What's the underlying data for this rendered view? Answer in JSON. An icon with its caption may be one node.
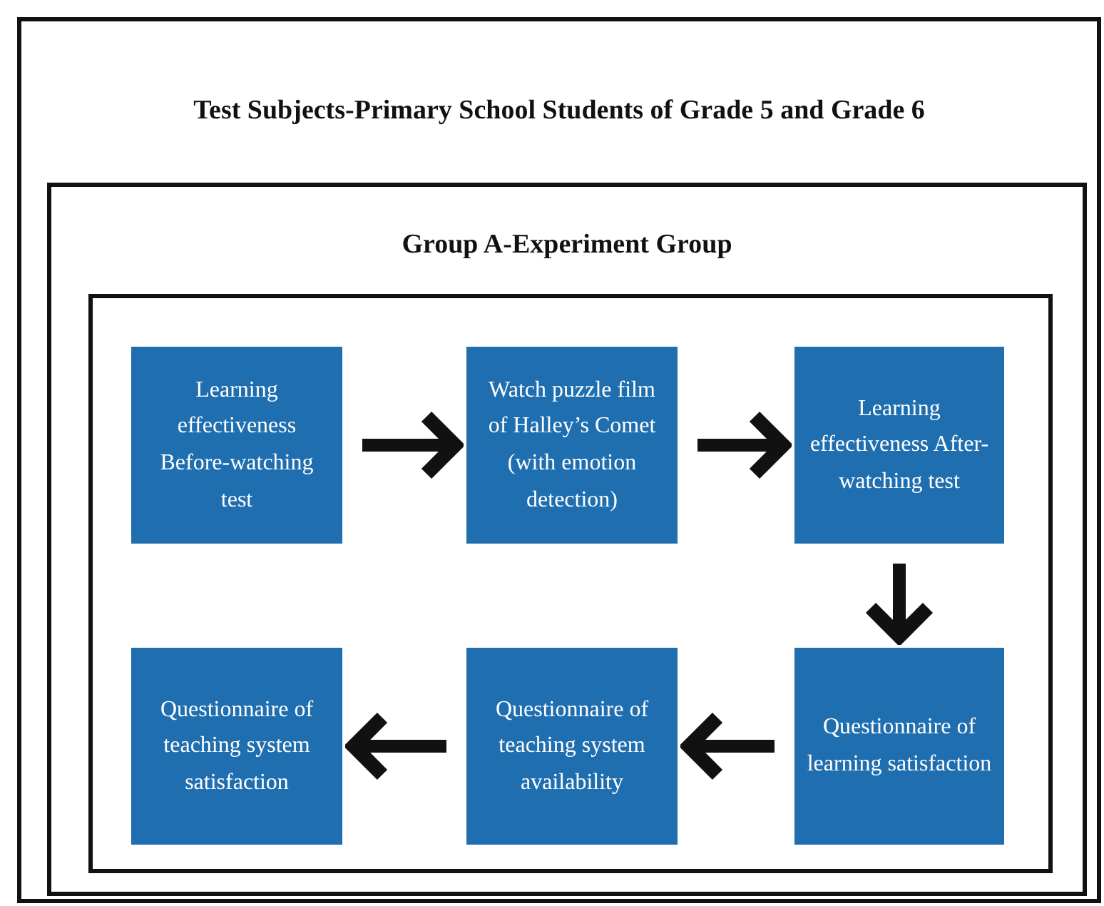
{
  "diagram": {
    "nodes": [
      {
        "text": [
          "Test Subjects-Primary School Students of Grade 5 and Grade 6"
        ]
      },
      {
        "text": [
          "Group A-Experiment Group"
        ],
        "in": 0
      },
      {
        "text": [],
        "shape": "box",
        "in": 1
      },
      {
        "text": [
          "Learning effectiveness Before-watching test"
        ],
        "in": 2
      },
      {
        "text": [
          "Watch puzzle film of Halley’s Comet (with emotion detection)"
        ],
        "in": 2
      },
      {
        "text": [
          "Learning effectiveness After-watching test"
        ],
        "in": 2
      },
      {
        "text": [
          "Questionnaire of teaching system satisfaction"
        ],
        "in": 2
      },
      {
        "text": [
          "Questionnaire of teaching system availability"
        ],
        "in": 2
      },
      {
        "text": [
          "Questionnaire of learning satisfaction"
        ],
        "in": 2
      }
    ],
    "edges": [
      {
        "from": 3,
        "to": 4,
        "arrow": "to"
      },
      {
        "from": 4,
        "to": 5,
        "arrow": "to"
      },
      {
        "from": 5,
        "to": 8,
        "arrow": "to"
      },
      {
        "from": 8,
        "to": 7,
        "arrow": "to"
      },
      {
        "from": 7,
        "to": 6,
        "arrow": "to"
      }
    ]
  }
}
